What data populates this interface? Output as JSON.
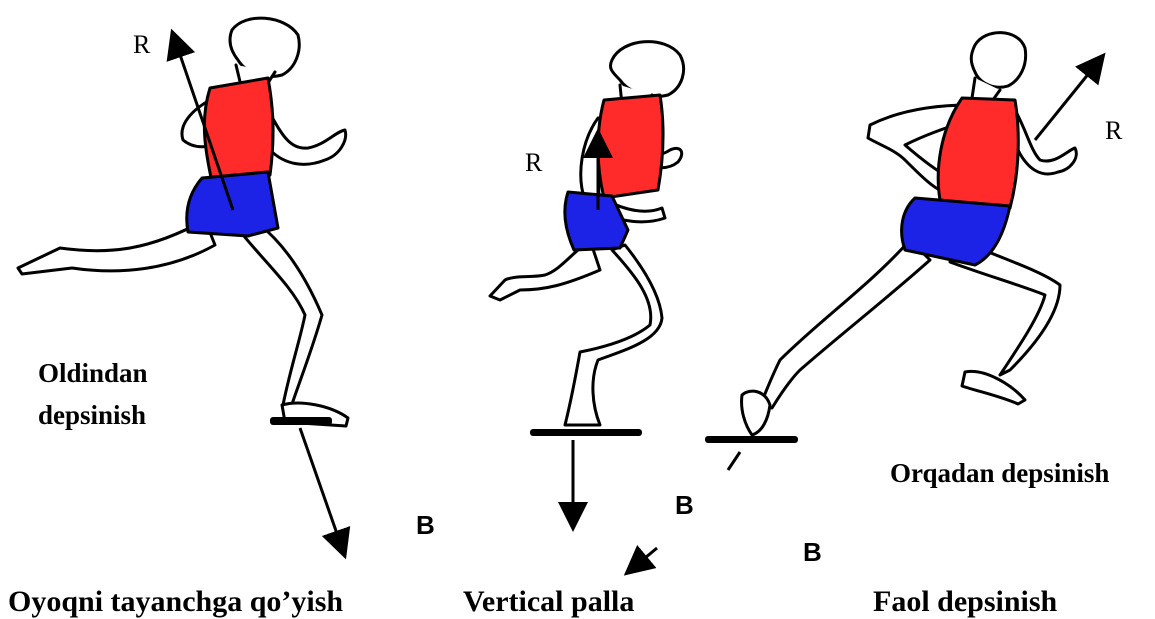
{
  "figures": [
    {
      "phase_label": "Oyoqni tayanchga qo’yish",
      "note_line1": "Oldindan",
      "note_line2": "depsinish",
      "force_top": "R",
      "force_bottom": "B"
    },
    {
      "phase_label": "Vertical palla",
      "force_top": "R",
      "force_bottom": "B"
    },
    {
      "phase_label": "Faol depsinish",
      "note": "Orqadan depsinish",
      "force_top": "R",
      "force_bottom": "B"
    }
  ],
  "colors": {
    "shirt": "#ff2a2a",
    "shorts": "#1c22e6",
    "ink": "#000000",
    "skin": "#ffffff"
  }
}
